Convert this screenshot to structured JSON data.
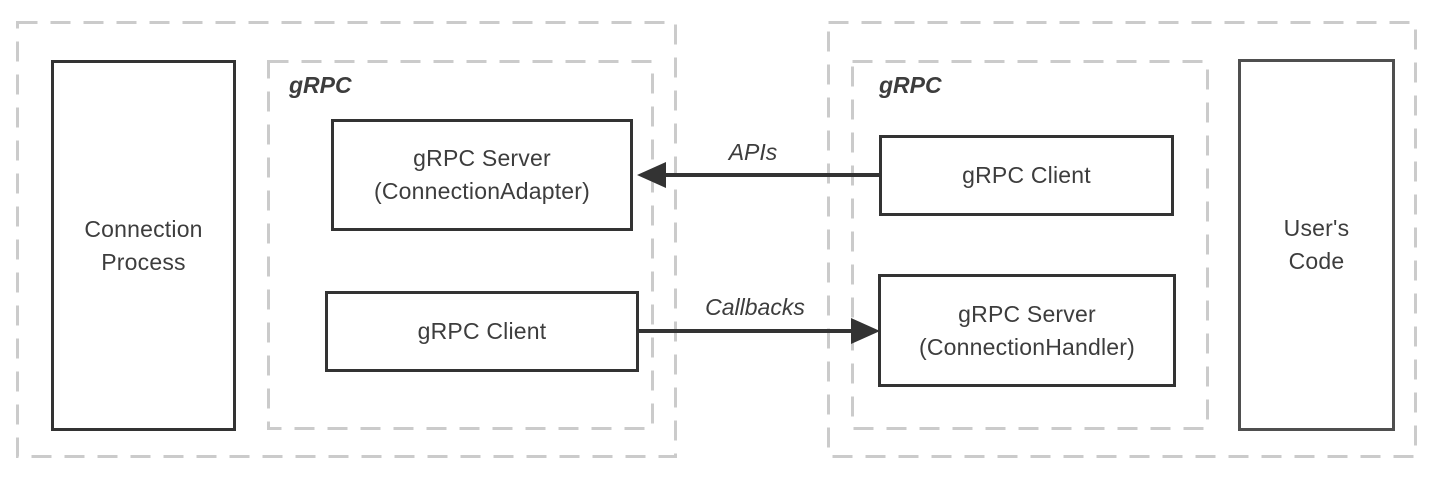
{
  "colors": {
    "background": "#ffffff",
    "dashed_border": "#cbcbcb",
    "box_border": "#333333",
    "user_code_border": "#4f4f4f",
    "text": "#3d3d3d",
    "arrow": "#333333"
  },
  "left_group": {
    "process_box": {
      "line1": "Connection",
      "line2": "Process"
    },
    "grpc_label": "gRPC",
    "server_box": {
      "line1": "gRPC Server",
      "line2": "(ConnectionAdapter)"
    },
    "client_box": {
      "line1": "gRPC Client"
    }
  },
  "right_group": {
    "grpc_label": "gRPC",
    "client_box": {
      "line1": "gRPC Client"
    },
    "server_box": {
      "line1": "gRPC Server",
      "line2": "(ConnectionHandler)"
    },
    "user_code_box": {
      "line1": "User's",
      "line2": "Code"
    }
  },
  "arrows": {
    "apis": {
      "label": "APIs",
      "direction": "left"
    },
    "callbacks": {
      "label": "Callbacks",
      "direction": "right"
    }
  }
}
